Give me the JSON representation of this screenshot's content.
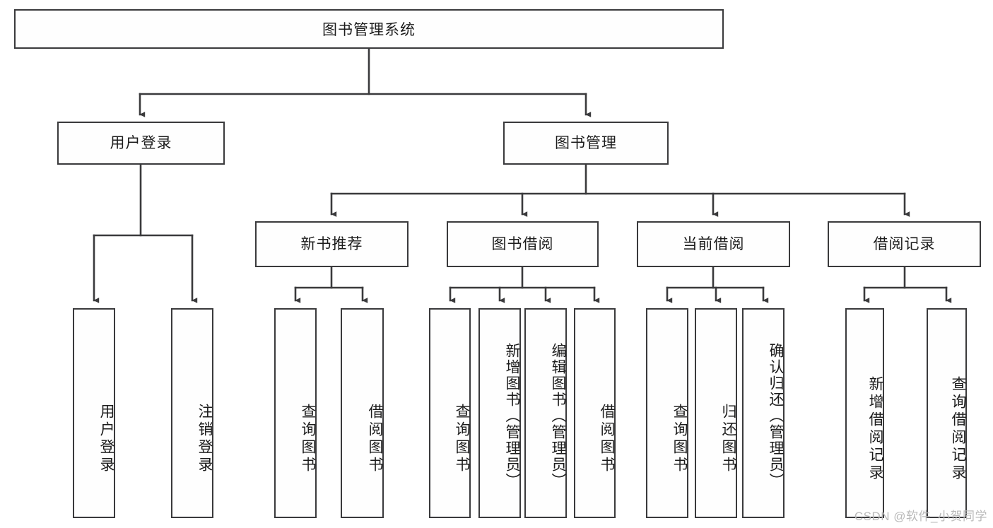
{
  "diagram": {
    "title": "图书管理系统",
    "type": "hierarchy-tree",
    "root": {
      "id": "root",
      "label": "图书管理系统"
    },
    "level2": [
      {
        "id": "user-login",
        "label": "用户登录"
      },
      {
        "id": "book-manage",
        "label": "图书管理"
      }
    ],
    "level3": [
      {
        "id": "new-book-recommend",
        "label": "新书推荐",
        "parent": "book-manage"
      },
      {
        "id": "book-borrow",
        "label": "图书借阅",
        "parent": "book-manage"
      },
      {
        "id": "current-borrow",
        "label": "当前借阅",
        "parent": "book-manage"
      },
      {
        "id": "borrow-record",
        "label": "借阅记录",
        "parent": "book-manage"
      }
    ],
    "leaves": [
      {
        "id": "leaf-user-login",
        "label": "用户登录",
        "parent": "user-login"
      },
      {
        "id": "leaf-logout-login",
        "label": "注销登录",
        "parent": "user-login"
      },
      {
        "id": "leaf-query-book-1",
        "label": "查询图书",
        "parent": "new-book-recommend"
      },
      {
        "id": "leaf-borrow-book-1",
        "label": "借阅图书",
        "parent": "new-book-recommend"
      },
      {
        "id": "leaf-query-book-2",
        "label": "查询图书",
        "parent": "book-borrow"
      },
      {
        "id": "leaf-add-book",
        "label": "新增图书（管理员）",
        "parent": "book-borrow"
      },
      {
        "id": "leaf-edit-book",
        "label": "编辑图书（管理员）",
        "parent": "book-borrow"
      },
      {
        "id": "leaf-borrow-book-2",
        "label": "借阅图书",
        "parent": "book-borrow"
      },
      {
        "id": "leaf-query-book-3",
        "label": "查询图书",
        "parent": "current-borrow"
      },
      {
        "id": "leaf-return-book",
        "label": "归还图书",
        "parent": "current-borrow"
      },
      {
        "id": "leaf-confirm-return",
        "label": "确认归还（管理员）",
        "parent": "current-borrow"
      },
      {
        "id": "leaf-add-record",
        "label": "新增借阅记录",
        "parent": "borrow-record"
      },
      {
        "id": "leaf-query-record",
        "label": "查询借阅记录",
        "parent": "borrow-record"
      }
    ],
    "colors": {
      "stroke": "#3a3a3c",
      "fill": "#fefefe",
      "text": "#1c1c1c",
      "background": "#ffffff",
      "watermark": "#b9b9b9"
    }
  },
  "watermark": {
    "text": "CSDN @软件_小贺同学"
  }
}
